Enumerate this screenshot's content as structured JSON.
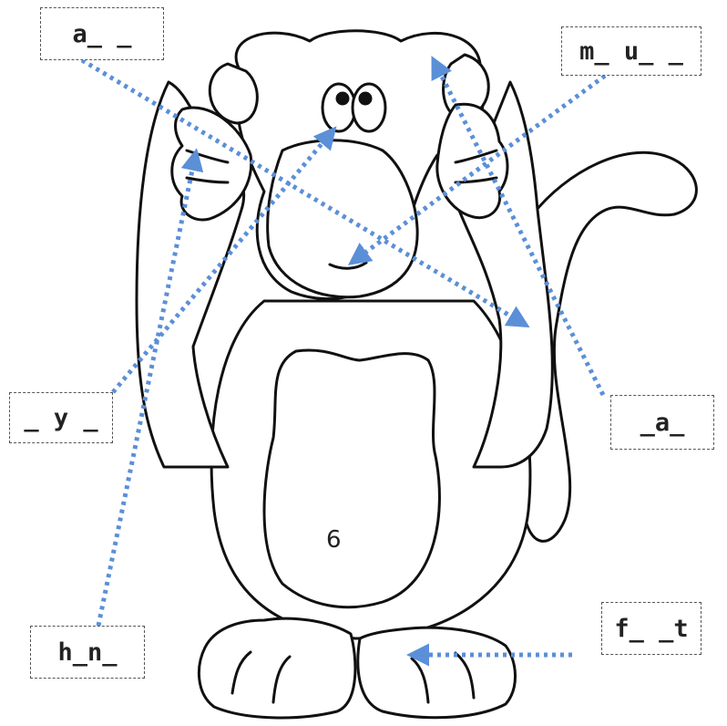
{
  "labels": {
    "arm": "a_ _",
    "mouth": "m_ u_ _",
    "eye": "_ y _",
    "ear": "_a_",
    "hand": "h_n_",
    "foot": "f_ _t"
  },
  "belly_number": "6",
  "colors": {
    "arrow": "#5b8fd8",
    "outline": "#111111",
    "box_border": "#555555"
  }
}
